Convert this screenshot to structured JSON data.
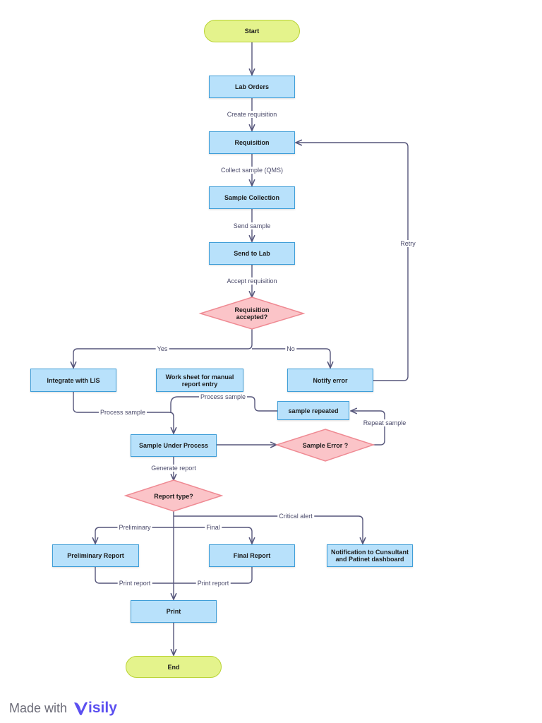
{
  "diagram": {
    "nodes": {
      "start": "Start",
      "lab_orders": "Lab Orders",
      "requisition": "Requisition",
      "sample_collection": "Sample Collection",
      "send_to_lab": "Send to Lab",
      "requisition_accepted": "Requisition accepted?",
      "integrate_lis": "Integrate with LIS",
      "work_sheet": "Work sheet for manual report entry",
      "notify_error": "Notify error",
      "sample_repeated": "sample repeated",
      "sample_under_process": "Sample Under Process",
      "sample_error": "Sample Error ?",
      "report_type": "Report type?",
      "preliminary_report": "Preliminary Report",
      "final_report": "Final Report",
      "notification": "Notification to Cunsultant and Patinet dashboard",
      "print": "Print",
      "end": "End"
    },
    "edges": {
      "create_requisition": "Create requisition",
      "collect_sample": "Collect sample (QMS)",
      "send_sample": "Send sample",
      "accept_requisition": "Accept requisition",
      "yes": "Yes",
      "no": "No",
      "retry": "Retry",
      "process_sample_lis": "Process sample",
      "process_sample_ws": "Process sample",
      "repeat_sample": "Repeat sample",
      "generate_report": "Generate report",
      "preliminary": "Preliminary",
      "final": "Final",
      "critical_alert": "Critical alert",
      "print_report_prelim": "Print report",
      "print_report_final": "Print report"
    }
  },
  "watermark": {
    "prefix": "Made with",
    "brand": "isily",
    "brand_icon": "visily-v-logo-icon"
  },
  "colors": {
    "process_fill": "#b8e1fb",
    "process_border": "#3f9ed8",
    "terminal_fill": "#e4f38c",
    "terminal_border": "#b9d334",
    "decision_fill": "#fbc4c8",
    "decision_border": "#ef8a93",
    "edge": "#55557a",
    "brand": "#5b4ff0"
  }
}
